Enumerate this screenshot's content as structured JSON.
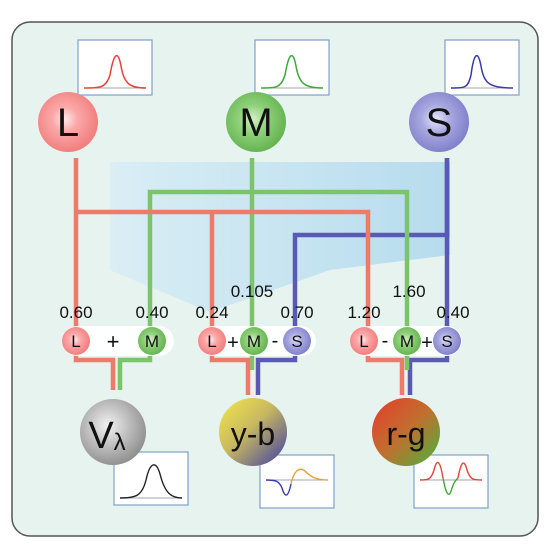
{
  "cones": [
    {
      "label": "L",
      "color": "#e8403a"
    },
    {
      "label": "M",
      "color": "#3aa83a"
    },
    {
      "label": "S",
      "color": "#3a3aa8"
    }
  ],
  "weights": {
    "v_l": "0.60",
    "v_m": "0.40",
    "yb_l": "0.24",
    "yb_m": "0.105",
    "yb_s": "0.70",
    "rg_l": "1.20",
    "rg_m": "1.60",
    "rg_s": "0.40"
  },
  "terms": {
    "v_l": "L",
    "v_op": "+",
    "v_m": "M",
    "yb_l": "L",
    "yb_op1": "+",
    "yb_m": "M",
    "yb_op2": "-",
    "yb_s": "S",
    "rg_l": "L",
    "rg_op1": "-",
    "rg_m": "M",
    "rg_op2": "+",
    "rg_s": "S"
  },
  "outputs": {
    "v_base": "V",
    "v_sub": "λ",
    "yb": "y-b",
    "rg": "r-g"
  },
  "line_colors": {
    "L": "#f07a6a",
    "M": "#7cc46a",
    "S": "#5a5ab4"
  }
}
